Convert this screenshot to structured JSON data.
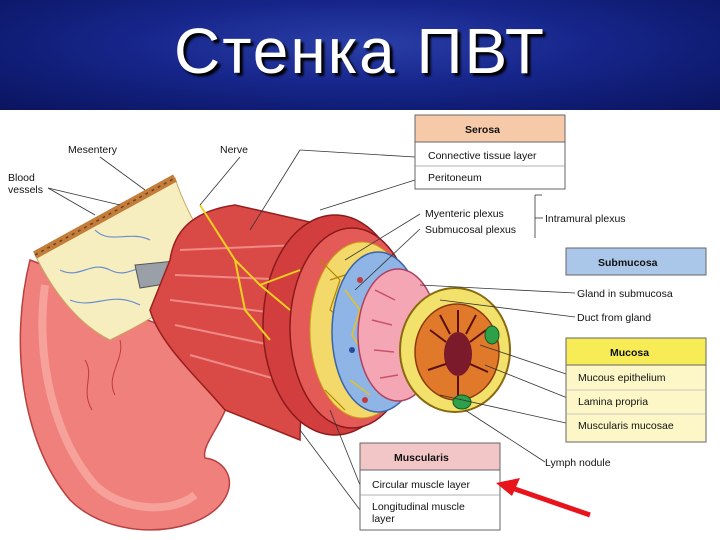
{
  "title": "Стенка ПВТ",
  "colors": {
    "title_band": "#16258a",
    "serosa_header": "#f6c9a8",
    "submucosa_header": "#aac6e8",
    "mucosa_header": "#f7ec55",
    "muscularis_header": "#f2c6c6",
    "arrow": "#e8141c"
  },
  "labels": {
    "mesentery": "Mesentery",
    "nerve": "Nerve",
    "blood_vessels_1": "Blood",
    "blood_vessels_2": "vessels",
    "myenteric_plexus": "Myenteric plexus",
    "submucosal_plexus": "Submucosal plexus",
    "intramural_plexus": "Intramural plexus",
    "gland_in_submucosa": "Gland in submucosa",
    "duct_from_gland": "Duct from gland",
    "lymph_nodule": "Lymph nodule"
  },
  "boxes": {
    "serosa": {
      "header": "Serosa",
      "items": [
        "Connective tissue layer",
        "Peritoneum"
      ]
    },
    "submucosa": {
      "header": "Submucosa"
    },
    "mucosa": {
      "header": "Mucosa",
      "items": [
        "Mucous epithelium",
        "Lamina propria",
        "Muscularis mucosae"
      ]
    },
    "muscularis": {
      "header": "Muscularis",
      "items": [
        "Circular muscle layer",
        "Longitudinal muscle",
        "layer"
      ]
    }
  }
}
